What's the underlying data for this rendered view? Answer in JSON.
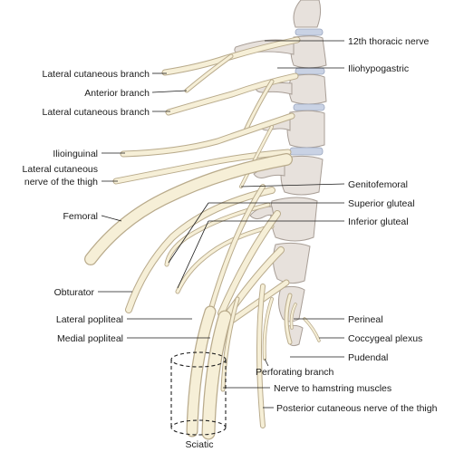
{
  "labels": {
    "thoracic12": "12th thoracic nerve",
    "iliohypogastric": "Iliohypogastric",
    "lateral_cutaneous_branch_1": "Lateral cutaneous branch",
    "anterior_branch": "Anterior branch",
    "lateral_cutaneous_branch_2": "Lateral cutaneous branch",
    "ilioinguinal": "Ilioinguinal",
    "lat_cut_thigh_line1": "Lateral cutaneous",
    "lat_cut_thigh_line2": "nerve of the thigh",
    "genitofemoral": "Genitofemoral",
    "superior_gluteal": "Superior gluteal",
    "inferior_gluteal": "Inferior gluteal",
    "femoral": "Femoral",
    "obturator": "Obturator",
    "lateral_popliteal": "Lateral popliteal",
    "medial_popliteal": "Medial popliteal",
    "perineal": "Perineal",
    "coccygeal_plexus": "Coccygeal plexus",
    "pudendal": "Pudendal",
    "perforating_branch": "Perforating branch",
    "nerve_to_hamstring": "Nerve to hamstring muscles",
    "posterior_cutaneous_thigh": "Posterior cutaneous nerve of the thigh",
    "sciatic": "Sciatic"
  },
  "colors": {
    "nerve_fill": "#f6efd7",
    "nerve_outline": "#b9ab8c",
    "vertebra": "#e7e1dc",
    "disc": "#c9d2e4",
    "text": "#1a1a1a"
  }
}
